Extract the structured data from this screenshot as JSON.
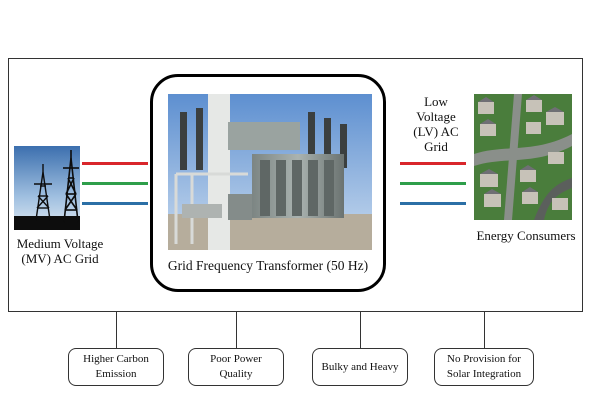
{
  "diagram": {
    "mv_grid_label": "Medium Voltage\n(MV) AC Grid",
    "lv_grid_label": "Low\nVoltage\n(LV) AC\nGrid",
    "consumers_label": "Energy Consumers",
    "transformer_label": "Grid Frequency Transformer (50 Hz)",
    "wire_colors": [
      "#d9262b",
      "#2e9e4a",
      "#2b6fa6"
    ],
    "drawbacks": [
      "Higher Carbon\nEmission",
      "Poor Power\nQuality",
      "Bulky and Heavy",
      "No Provision for\nSolar Integration"
    ]
  }
}
